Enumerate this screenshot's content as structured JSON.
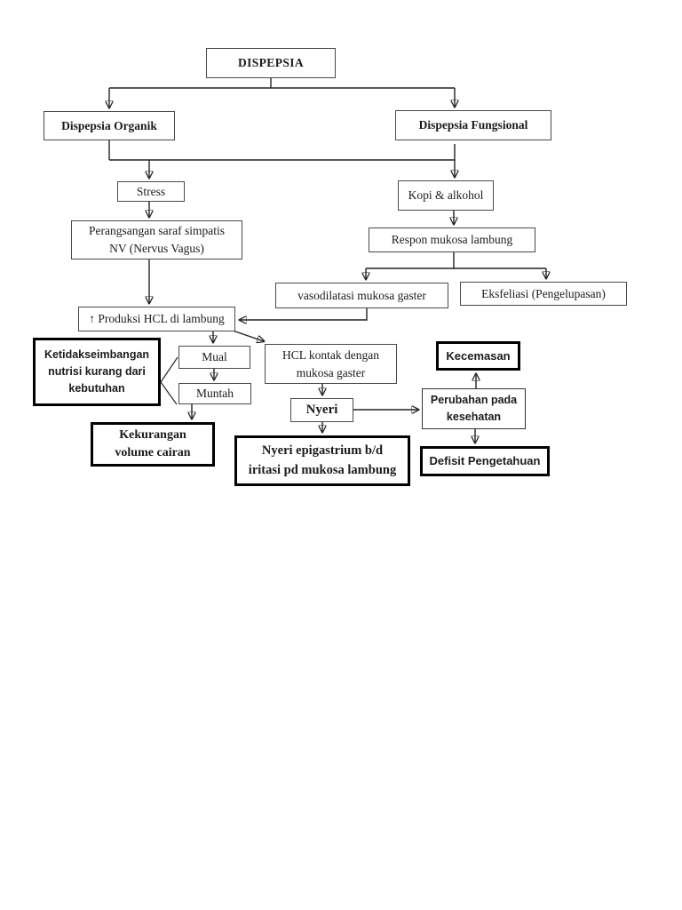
{
  "colors": {
    "background": "#ffffff",
    "line": "#222222",
    "box_border": "#4a4a4a",
    "bold_box_border": "#000000",
    "text": "#1b1b1b"
  },
  "nodes": {
    "dispepsia": {
      "label": "DISPEPSIA"
    },
    "dispepsia_organik": {
      "label": "Dispepsia Organik"
    },
    "dispepsia_fungsional": {
      "label": "Dispepsia Fungsional"
    },
    "stress": {
      "label": "Stress"
    },
    "kopi_alkohol": {
      "label": "Kopi & alkohol"
    },
    "perangsangan": {
      "lines": [
        "Perangsangan saraf simpatis",
        "NV (Nervus Vagus)"
      ]
    },
    "respon_mukosa": {
      "label": "Respon mukosa lambung"
    },
    "vasodilatasi": {
      "label": "vasodilatasi mukosa gaster"
    },
    "eksfeliasi": {
      "label": "Eksfeliasi (Pengelupasan)"
    },
    "produksi_hcl": {
      "label": "↑ Produksi HCL di lambung"
    },
    "mual": {
      "label": "Mual"
    },
    "hcl_kontak": {
      "lines": [
        "HCL kontak dengan",
        "mukosa gaster"
      ]
    },
    "muntah": {
      "label": "Muntah"
    },
    "nyeri": {
      "label": "Nyeri"
    },
    "ketidakseimbangan": {
      "lines": [
        "Ketidakseimbangan",
        "nutrisi kurang dari",
        "kebutuhan"
      ]
    },
    "kekurangan_cairan": {
      "lines": [
        "Kekurangan",
        "volume cairan"
      ]
    },
    "nyeri_epigastrium": {
      "lines": [
        "Nyeri epigastrium b/d",
        "iritasi pd mukosa lambung"
      ]
    },
    "kecemasan": {
      "label": "Kecemasan"
    },
    "perubahan_kesehatan": {
      "lines": [
        "Perubahan pada",
        "kesehatan"
      ]
    },
    "defisit_pengetahuan": {
      "label": "Defisit Pengetahuan"
    }
  }
}
